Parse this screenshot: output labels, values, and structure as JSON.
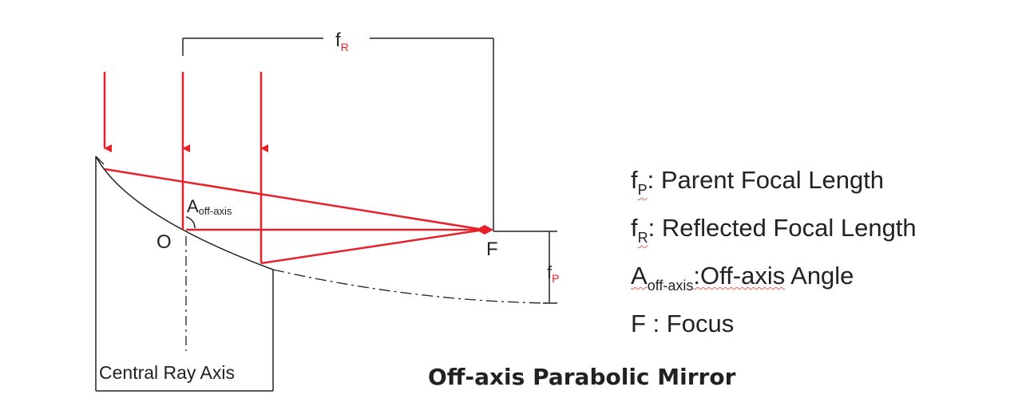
{
  "title": "Off-axis Parabolic Mirror",
  "labels": {
    "fR_main": "f",
    "fR_sub": "R",
    "fP_main": "f",
    "fP_sub": "P",
    "O": "O",
    "F": "F",
    "A_main": "A",
    "A_sub": "off-axis",
    "central_ray_axis": "Central Ray Axis"
  },
  "legend": [
    {
      "main": "f",
      "sub": "P",
      "text": ": Parent Focal Length"
    },
    {
      "main": "f",
      "sub": "R",
      "text": ": Reflected Focal Length"
    },
    {
      "main": "A",
      "sub": "off-axis",
      "text": ":Off-axis",
      "rest": " Angle"
    },
    {
      "main": "F",
      "sub": "",
      "text": " : Focus"
    }
  ],
  "colors": {
    "ray": "#e8202a",
    "line": "#222222",
    "text": "#222222"
  }
}
